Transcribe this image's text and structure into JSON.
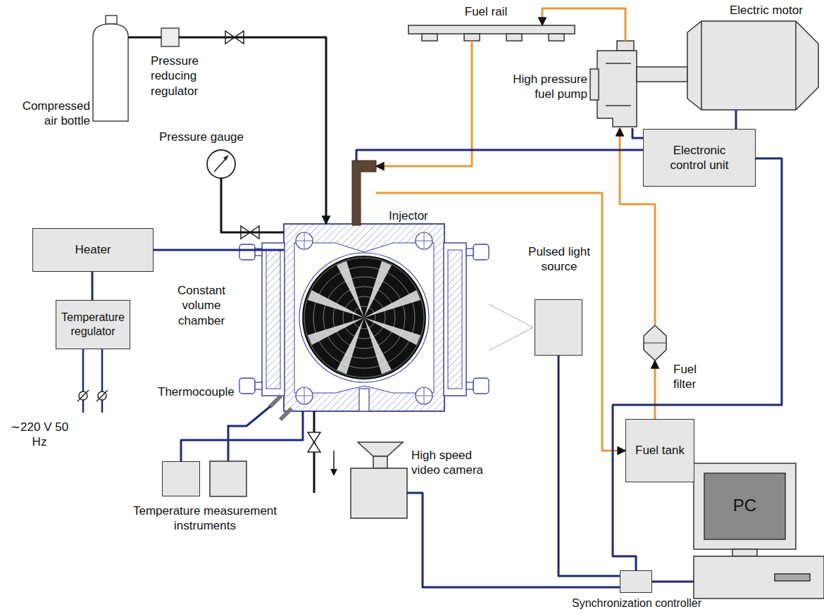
{
  "diagram": {
    "nodes": [
      {
        "text": [
          "Compressed air bottle"
        ]
      },
      {
        "text": [
          "Pressure reducing regulator"
        ]
      },
      {
        "text": [
          "Pressure gauge"
        ]
      },
      {
        "text": [
          "Fuel rail"
        ]
      },
      {
        "text": [
          "High pressure fuel pump"
        ]
      },
      {
        "text": [
          "Electric motor"
        ]
      },
      {
        "text": [
          "Electronic control unit"
        ]
      },
      {
        "text": [
          "Heater"
        ]
      },
      {
        "text": [
          "Temperature regulator"
        ]
      },
      {
        "text": [
          "Constant volume chamber"
        ]
      },
      {
        "text": [
          "Injector"
        ]
      },
      {
        "text": [
          "Pulsed light source"
        ]
      },
      {
        "text": [
          "Fuel filter"
        ]
      },
      {
        "text": [
          "Fuel tank"
        ]
      },
      {
        "text": [
          "Temperature measurement instruments"
        ]
      },
      {
        "text": [
          "High speed video camera"
        ]
      },
      {
        "text": [
          "Synchronization controller"
        ]
      },
      {
        "text": [
          "PC"
        ]
      }
    ],
    "edges": [
      {
        "from": 0,
        "to": 1,
        "arrow": "none"
      },
      {
        "from": 1,
        "to": 9,
        "arrow": "to"
      },
      {
        "from": 9,
        "to": 2,
        "arrow": "none"
      },
      {
        "from": 4,
        "to": 3,
        "arrow": "to"
      },
      {
        "from": 3,
        "to": 10,
        "arrow": "to"
      },
      {
        "from": 10,
        "to": 13,
        "arrow": "to"
      },
      {
        "from": 13,
        "to": 12,
        "arrow": "to"
      },
      {
        "from": 12,
        "to": 4,
        "arrow": "to"
      },
      {
        "from": 6,
        "to": 10,
        "arrow": "none"
      },
      {
        "from": 6,
        "to": 4,
        "arrow": "none"
      },
      {
        "from": 6,
        "to": 5,
        "arrow": "none"
      },
      {
        "from": 6,
        "to": 16,
        "arrow": "none"
      },
      {
        "from": 7,
        "to": 9,
        "arrow": "none"
      },
      {
        "from": 8,
        "to": 7,
        "arrow": "none"
      },
      {
        "from": 9,
        "to": 14,
        "arrow": "none"
      },
      {
        "from": 15,
        "to": 16,
        "arrow": "none"
      },
      {
        "from": 11,
        "to": 16,
        "arrow": "none"
      },
      {
        "from": 16,
        "to": 17,
        "arrow": "none"
      }
    ],
    "labels": [
      "Thermocouple",
      "∼220 V 50 Hz"
    ]
  }
}
